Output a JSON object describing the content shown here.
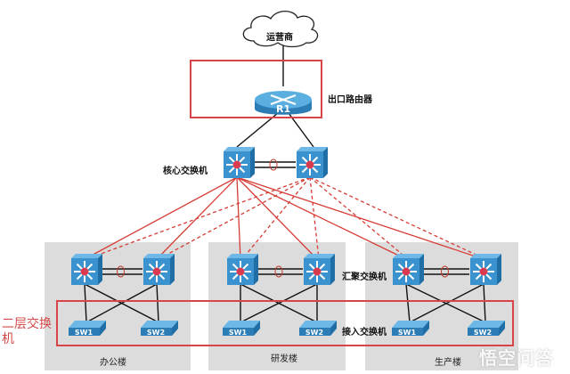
{
  "diagram": {
    "isp": {
      "label": "运营商"
    },
    "router": {
      "name": "R1",
      "label": "出口路由器"
    },
    "core": {
      "label": "核心交换机"
    },
    "aggregation": {
      "label": "汇聚交换机"
    },
    "access": {
      "label": "接入交换机"
    },
    "layer2_annotation": "二层交换机",
    "buildings": [
      {
        "name": "办公楼",
        "switches": [
          "SW1",
          "SW2"
        ]
      },
      {
        "name": "研发楼",
        "switches": [
          "SW1",
          "SW2"
        ]
      },
      {
        "name": "生产楼",
        "switches": [
          "SW1",
          "SW2"
        ]
      }
    ],
    "links": {
      "isp_to_router": "solid-black",
      "router_to_core": "solid-black",
      "core_to_aggregation_primary": "solid-red",
      "core_to_aggregation_secondary": "dashed-red",
      "aggregation_pair": "double-line-with-bundle",
      "aggregation_to_access": "cross-connected-black"
    },
    "colors": {
      "highlight_box": "#d9434a",
      "red_link": "#d63c35",
      "device_blue": "#3a93cf",
      "building_bg": "#dcdcdc"
    }
  },
  "watermark": "悟空问答"
}
